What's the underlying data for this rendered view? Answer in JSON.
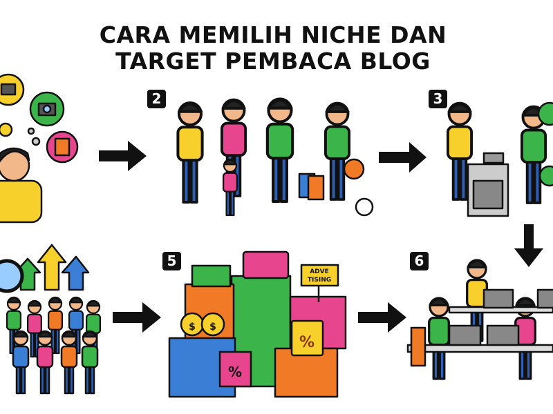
{
  "title": {
    "line1": "CARA MEMILIH NICHE DAN",
    "line2": "TARGET PEMBACA BLOG"
  },
  "steps": [
    {
      "number": "2",
      "scene": "audience-family"
    },
    {
      "number": "3",
      "scene": "cooking-gardening"
    },
    {
      "number": "5",
      "scene": "monetization-blocks"
    },
    {
      "number": "6",
      "scene": "people-working-laptops"
    }
  ],
  "signs": {
    "ad": "ADVE TISING",
    "percent": "%",
    "dollar": "$"
  },
  "colors": {
    "yellow": "#f7d02c",
    "green": "#3bb54a",
    "pink": "#e7468f",
    "blue": "#3a7fd5",
    "orange": "#f07a26",
    "black": "#111111"
  }
}
